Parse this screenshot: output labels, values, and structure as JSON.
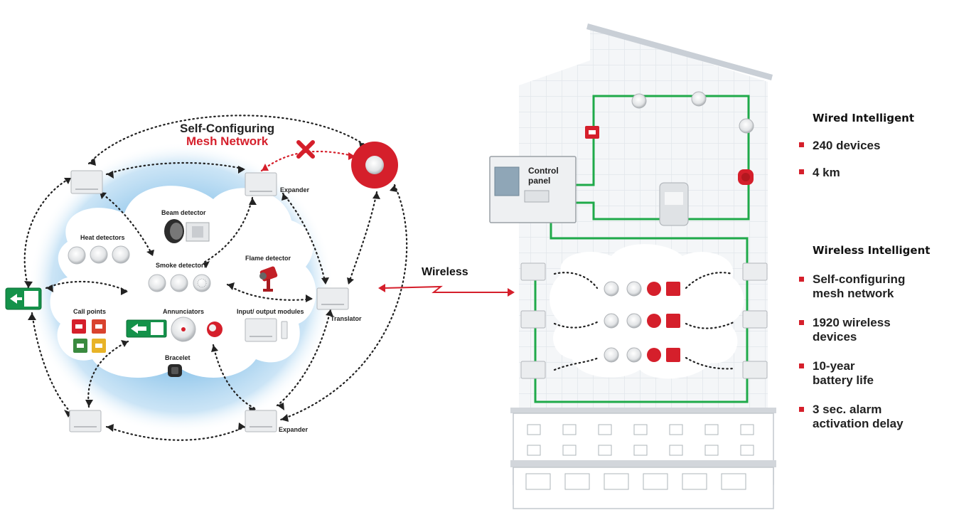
{
  "left_diagram": {
    "title_line1": "Self-Configuring",
    "title_line2": "Mesh Network",
    "labels": {
      "beam_detector": "Beam detector",
      "heat_detectors": "Heat detectors",
      "smoke_detectors": "Smoke detectors",
      "flame_detector": "Flame detector",
      "call_points": "Call points",
      "annunciators": "Annunciators",
      "input_output_modules": "Input/ output modules",
      "bracelet": "Bracelet",
      "expander_top": "Expander",
      "expander_bottom": "Expander",
      "translator": "Translator"
    }
  },
  "link": {
    "label": "Wireless"
  },
  "building": {
    "control_panel_label": "Control\npanel"
  },
  "specs": {
    "wired": {
      "heading": "Wired Intelligent",
      "items": [
        "240 devices",
        "4 km"
      ]
    },
    "wireless": {
      "heading": "Wireless Intelligent",
      "items": [
        "Self-configuring\nmesh network",
        "1920 wireless\ndevices",
        "10-year\nbattery life",
        "3 sec. alarm\nactivation delay"
      ]
    }
  },
  "colors": {
    "accent_red": "#d51f2b",
    "wire_green": "#1faa4a",
    "cloud_blue": "#8cc4ea",
    "exit_green": "#14924a"
  }
}
